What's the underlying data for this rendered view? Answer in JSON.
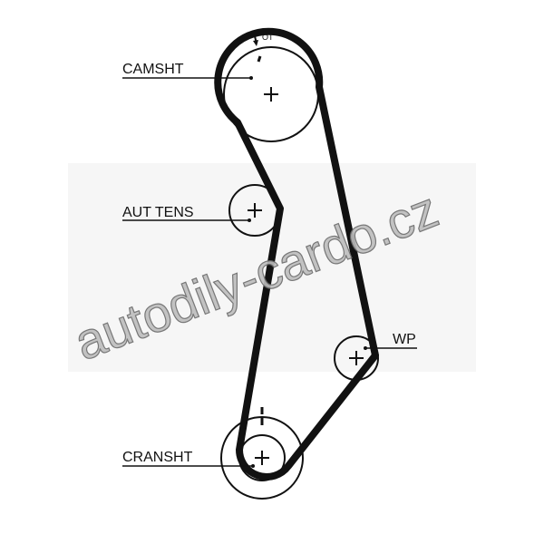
{
  "labels": {
    "camshaft": "CAMSHT",
    "tensioner": "AUT TENS",
    "water_pump": "WP",
    "crankshaft": "CRANSHT",
    "top_mark": "OT"
  },
  "watermark": "autodily-cardo.cz",
  "colors": {
    "belt": "#111111",
    "watermark": "#bdbdbd"
  }
}
